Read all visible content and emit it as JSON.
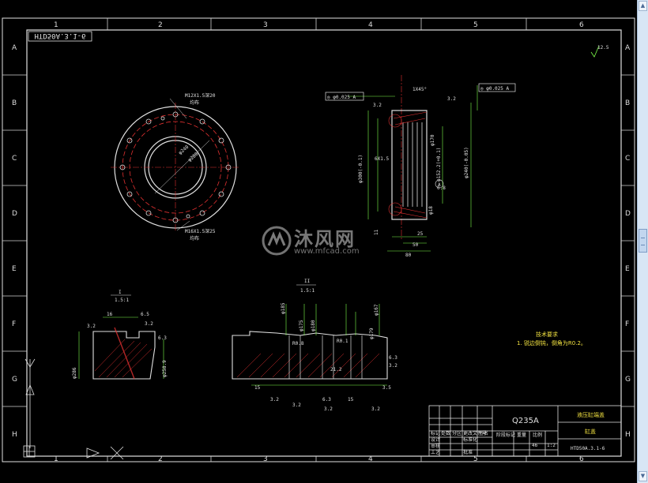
{
  "drawing": {
    "title_flipped": "HTD50A.3.1-6",
    "col_labels": [
      "1",
      "2",
      "3",
      "4",
      "5",
      "6"
    ],
    "row_labels": [
      "A",
      "B",
      "C",
      "D",
      "E",
      "F",
      "G",
      "H"
    ],
    "surface_mark": "12.5",
    "front_view": {
      "label_top": "M12X1.5深20",
      "label_top_sub": "均布",
      "label_bottom": "M16X1.5深25",
      "label_bottom_sub": "均布",
      "dia_inner": "φ240",
      "dia_mid": "φ280"
    },
    "section_view": {
      "tol_left": "◎ φ0.025 A",
      "tol_right": "◎ φ0.025 A",
      "chamfer": "1X45°",
      "rough_left": "3.2",
      "rough_right": "3.2",
      "dim_6x1": "6X1.5",
      "dim_300": "φ300(-0.1)",
      "dim_170": "φ170",
      "dim_152": "φ152.2(+0.1)",
      "dim_24": "φ240(-0.05)",
      "dim_18": "φ18",
      "dim_8": "0.8",
      "dim_11": "11",
      "dim_25": "25",
      "dim_50": "50",
      "dim_80": "80",
      "datum": "A"
    },
    "detail_one": {
      "label": "I",
      "scale": "1.5:1",
      "dims": [
        "16",
        "6.5",
        "3.2",
        "3.2",
        "6.3",
        "φ286",
        "φ258.9"
      ]
    },
    "detail_two": {
      "label": "II",
      "scale": "1.5:1",
      "dims": [
        "φ185",
        "φ175",
        "φ180",
        "φ167",
        "φ179",
        "R0.8",
        "R0.1",
        "21.2",
        "15",
        "15",
        "3.5",
        "6.3",
        "3.2",
        "3.2",
        "3.2",
        "6.3",
        "3.2",
        "3.2"
      ]
    },
    "tech_req": {
      "title": "技术要求",
      "line1": "1. 锐边倒钝，倒角为R0.2。"
    },
    "title_block": {
      "material": "Q235A",
      "part_name": "液压缸端盖",
      "part_title": "缸盖",
      "drawing_no": "HTD50A.3.1-6",
      "scale_values": [
        "46",
        "1:2"
      ],
      "row_labels": [
        "标记",
        "处数",
        "分区",
        "更改文件号",
        "签名",
        "年月日"
      ],
      "design_row": [
        "设计",
        "",
        "标准化"
      ],
      "check_row": [
        "审核"
      ],
      "process_row": [
        "工艺",
        "",
        "批准"
      ],
      "header_cells": [
        "阶段标记",
        "重量",
        "比例"
      ]
    }
  },
  "watermark": {
    "title": "沐风网",
    "url": "www.mfcad.com"
  },
  "scrollbar": {
    "up_icon": "▲",
    "down_icon": "▼"
  }
}
